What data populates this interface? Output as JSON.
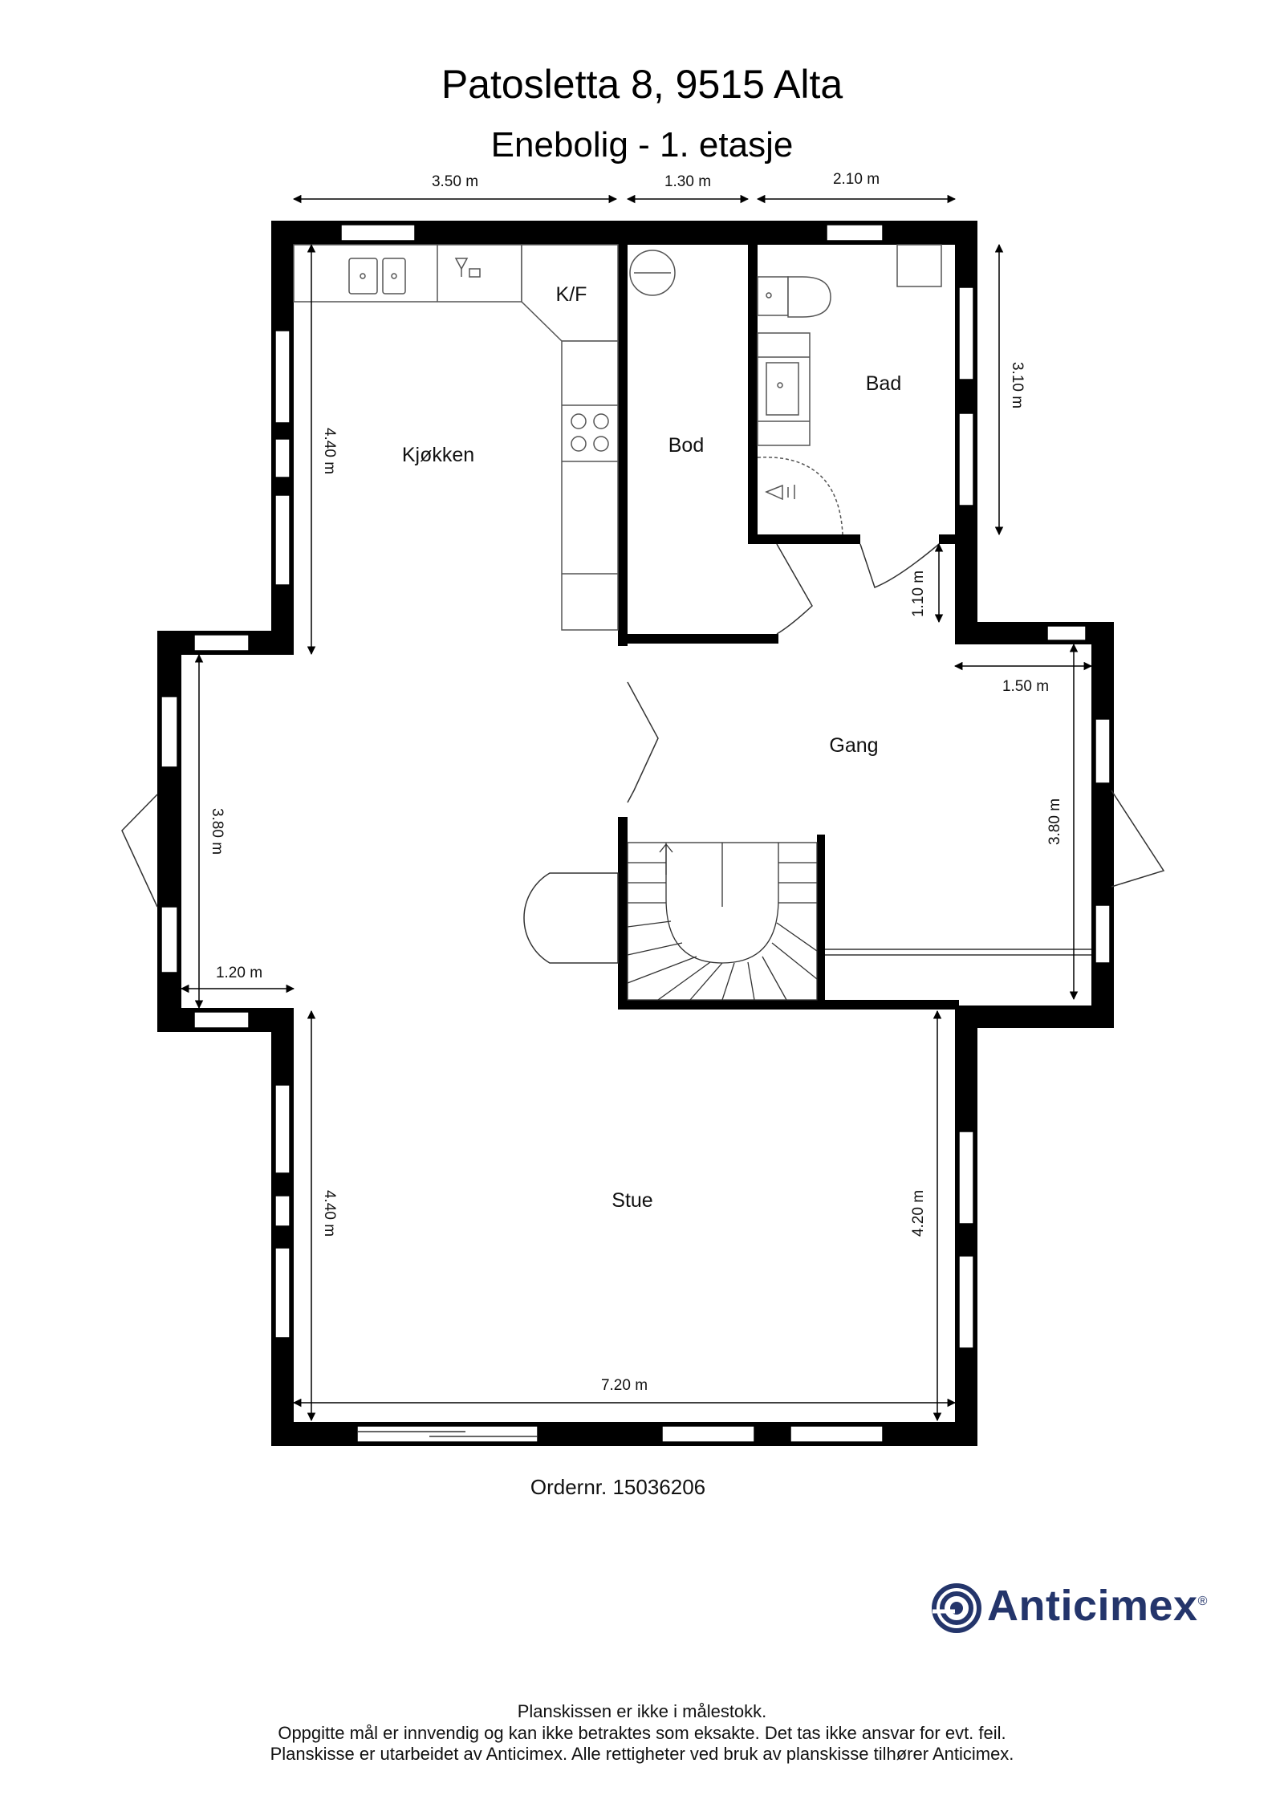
{
  "header": {
    "address": "Patosletta 8, 9515 Alta",
    "subtitle": "Enebolig - 1. etasje"
  },
  "rooms": {
    "kitchen": "Kjøkken",
    "kf": "K/F",
    "storage": "Bod",
    "bath": "Bad",
    "hall": "Gang",
    "living": "Stue"
  },
  "dimensions": {
    "top_left": "3.50 m",
    "top_mid": "1.30 m",
    "top_right": "2.10 m",
    "right_bath": "3.10 m",
    "kitchen_height": "4.40 m",
    "bath_offset": "1.10 m",
    "hall_offset": "1.50 m",
    "left_bay": "3.80 m",
    "hall_height": "3.80 m",
    "bay_depth": "1.20 m",
    "living_left": "4.40 m",
    "living_right": "4.20 m",
    "living_width": "7.20 m"
  },
  "order": "Ordernr. 15036206",
  "logo": {
    "name": "Anticimex",
    "mark": "®",
    "color": "#24356b"
  },
  "disclaimer": [
    "Planskissen er ikke i målestokk.",
    "Oppgitte mål er innvendig og kan ikke betraktes som eksakte. Det tas ikke ansvar for evt. feil.",
    "Planskisse er utarbeidet av Anticimex. Alle rettigheter ved bruk av planskisse tilhører Anticimex."
  ]
}
